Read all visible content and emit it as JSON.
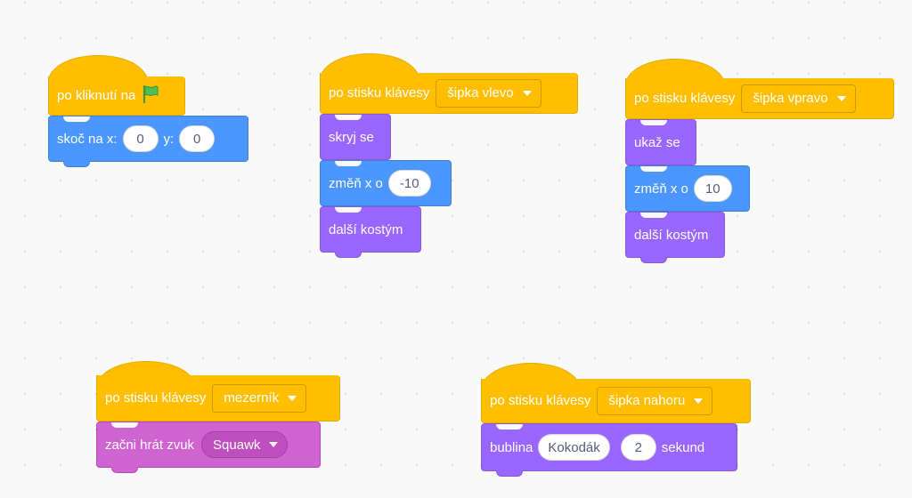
{
  "scripts": {
    "green_flag": {
      "hat_label": "po kliknutí na",
      "hat_icon": "green-flag-icon",
      "goto": {
        "label_x": "skoč na x:",
        "x": "0",
        "label_y": "y:",
        "y": "0"
      }
    },
    "left_arrow": {
      "hat_label": "po stisku klávesy",
      "key": "šipka vlevo",
      "hide": "skryj se",
      "change_x": {
        "label": "změň x o",
        "value": "-10"
      },
      "next_costume": "další kostým"
    },
    "right_arrow": {
      "hat_label": "po stisku klávesy",
      "key": "šipka vpravo",
      "show": "ukaž se",
      "change_x": {
        "label": "změň x o",
        "value": "10"
      },
      "next_costume": "další kostým"
    },
    "space": {
      "hat_label": "po stisku klávesy",
      "key": "mezerník",
      "play_sound": {
        "label": "začni hrát zvuk",
        "sound": "Squawk"
      }
    },
    "up_arrow": {
      "hat_label": "po stisku klávesy",
      "key": "šipka nahoru",
      "say": {
        "label": "bublina",
        "message": "Kokodák",
        "seconds": "2",
        "unit": "sekund"
      }
    }
  },
  "colors": {
    "events": "#ffbf00",
    "motion": "#4c97ff",
    "looks": "#9966ff",
    "sound": "#cf63cf",
    "flag": "#4cbf56",
    "canvas": "#f9f9f9"
  }
}
